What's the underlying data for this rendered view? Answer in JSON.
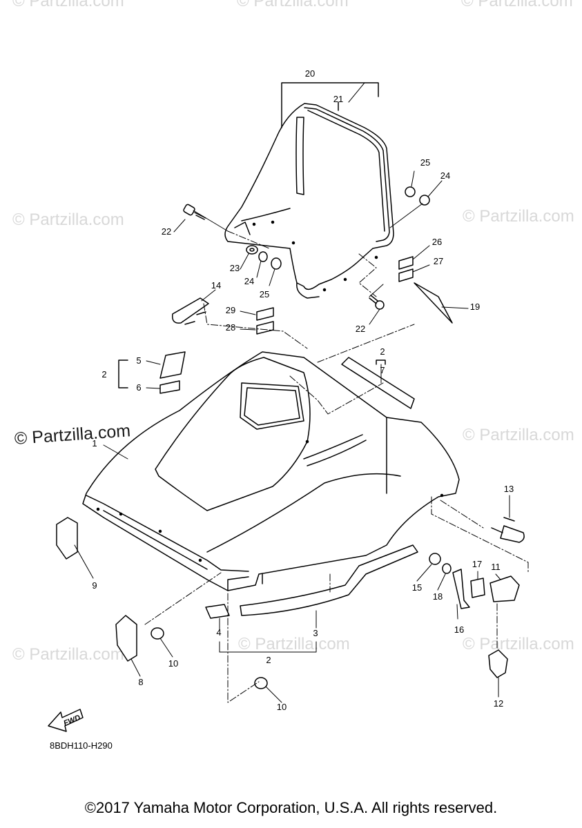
{
  "watermark_text": "© Partzilla.com",
  "main_watermark_text": "© Partzilla.com",
  "fwd_label": "FWD",
  "diagram_code": "8BDH110-H290",
  "copyright": "©2017 Yamaha Motor Corporation, U.S.A. All rights reserved.",
  "callouts": {
    "c1": "1",
    "c2a": "2",
    "c2b": "2",
    "c2c": "2",
    "c3": "3",
    "c4": "4",
    "c5": "5",
    "c6": "6",
    "c7": "7",
    "c8": "8",
    "c9": "9",
    "c10a": "10",
    "c10b": "10",
    "c11": "11",
    "c12": "12",
    "c13": "13",
    "c14": "14",
    "c15": "15",
    "c16": "16",
    "c17": "17",
    "c18": "18",
    "c19": "19",
    "c20": "20",
    "c21": "21",
    "c22a": "22",
    "c22b": "22",
    "c23": "23",
    "c24a": "24",
    "c24b": "24",
    "c25a": "25",
    "c25b": "25",
    "c26": "26",
    "c27": "27",
    "c28": "28",
    "c29": "29"
  }
}
